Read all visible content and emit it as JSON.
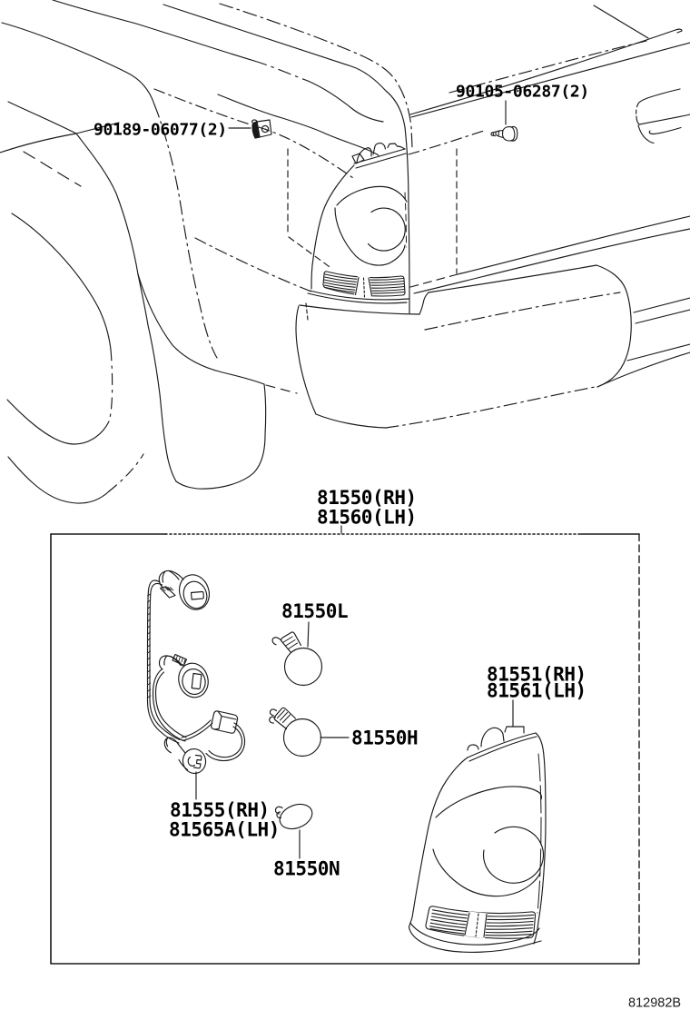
{
  "document": {
    "type": "toyota-parts-catalog-figure",
    "subject": "rear combination lamp",
    "figure_code": "812982B"
  },
  "part_labels": {
    "clip": "90189-06077(2)",
    "screw": "90105-06287(2)",
    "lamp_assy_rh": "81550(RH)",
    "lamp_assy_lh": "81560(LH)",
    "bulb_l": "81550L",
    "bulb_h": "81550H",
    "bulb_n": "81550N",
    "socket_rh": "81555(RH)",
    "socket_lh": "81565A(LH)",
    "lens_body_rh": "81551(RH)",
    "lens_body_lh": "81561(LH)"
  },
  "colors": {
    "ink": "#1a1a1a",
    "background": "#ffffff"
  }
}
